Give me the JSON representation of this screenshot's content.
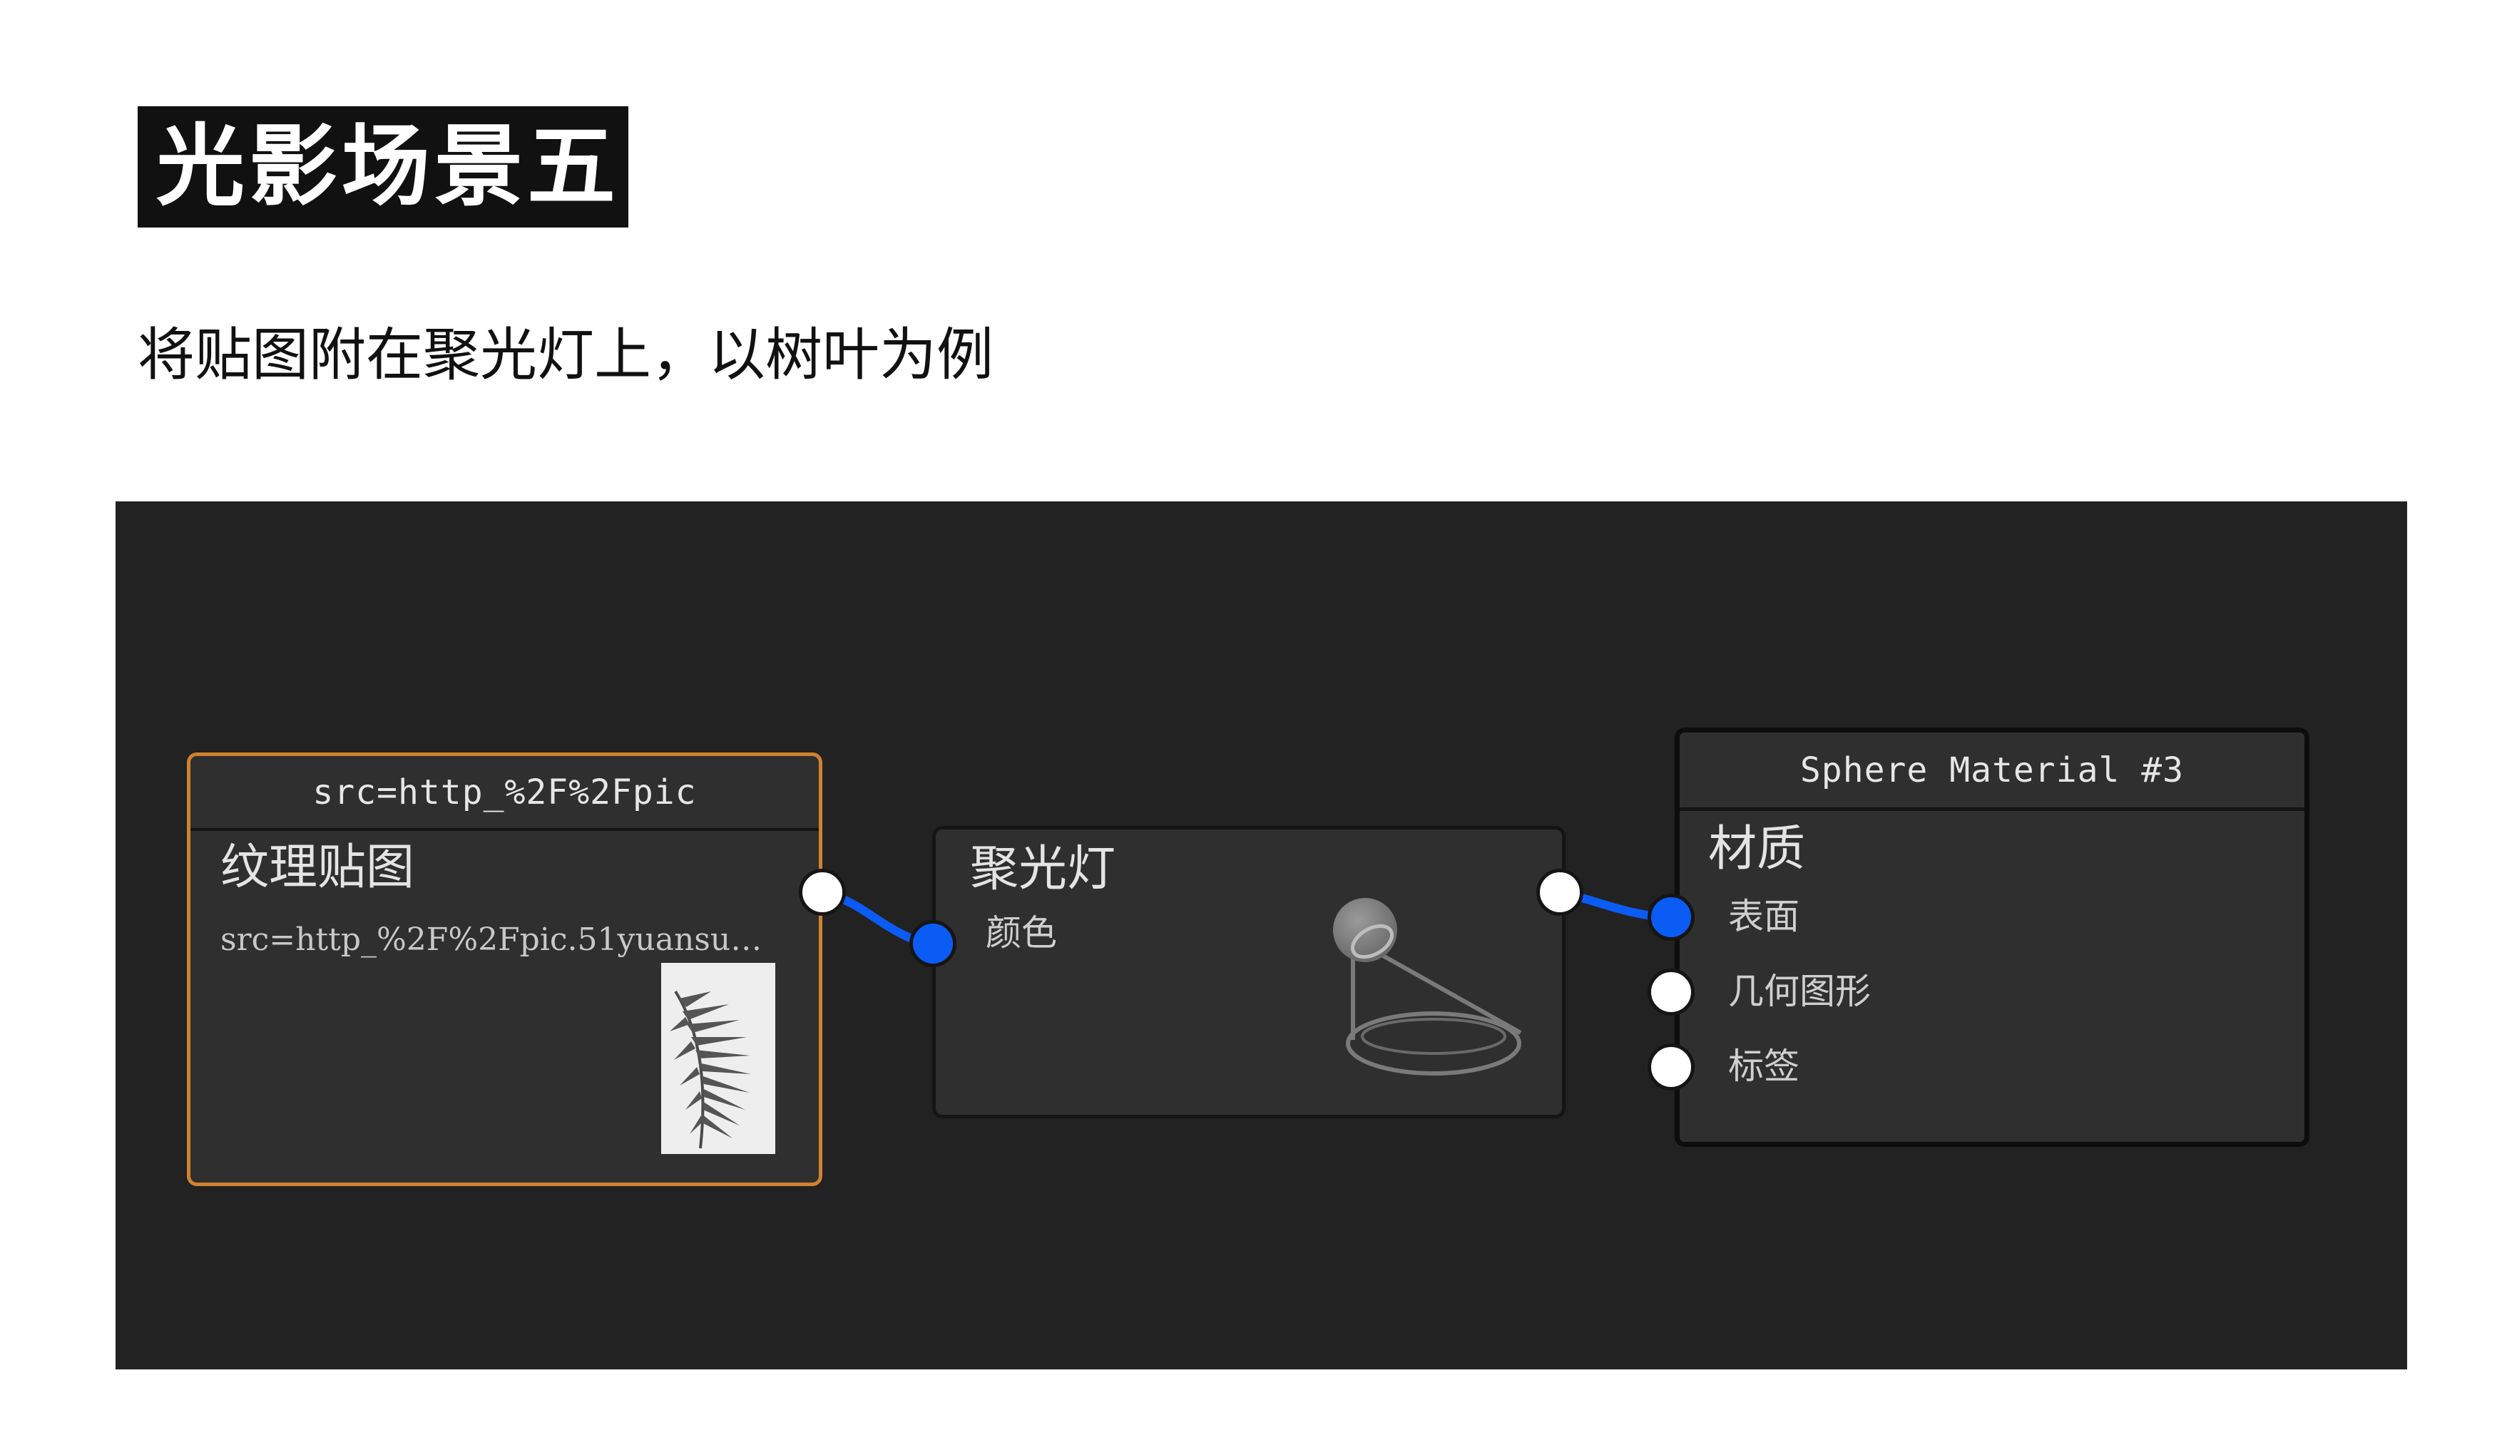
{
  "header": {
    "title": "光影场景五",
    "subtitle": "将贴图附在聚光灯上，以树叶为例"
  },
  "texture_node": {
    "header": "src=http_%2F%2Fpic",
    "title": "纹理贴图",
    "filename": "src=http_%2F%2Fpic.51yuansu…"
  },
  "spotlight_node": {
    "title": "聚光灯",
    "input_label": "颜色"
  },
  "material_node": {
    "header": "Sphere Material   #3",
    "title": "材质",
    "ports": [
      "表面",
      "几何图形",
      "标签"
    ]
  },
  "colors": {
    "canvas": "#222222",
    "node": "#2f2f2f",
    "selected_border": "#d0822f",
    "connected_port": "#0a5cf5",
    "wire": "#0a5cf5"
  }
}
